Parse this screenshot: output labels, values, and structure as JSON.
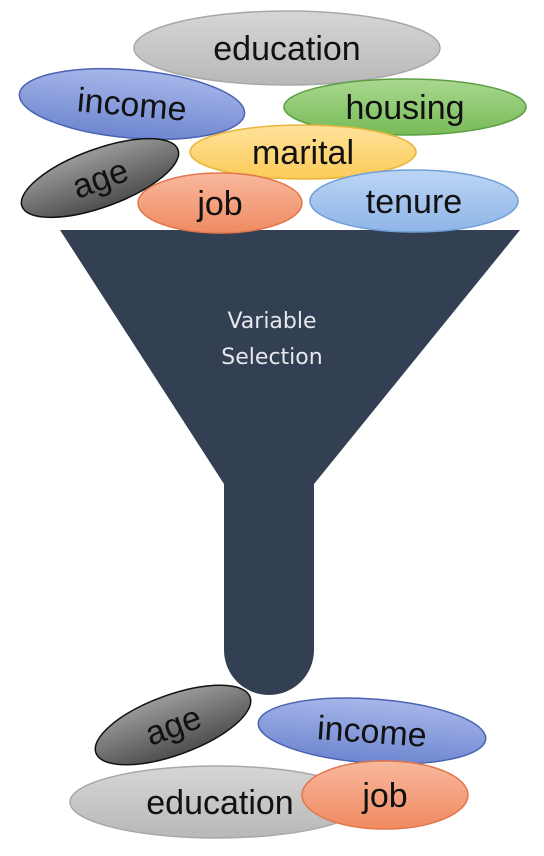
{
  "funnel": {
    "label_line1": "Variable",
    "label_line2": "Selection",
    "color": "#333f52"
  },
  "inputs": {
    "education": "education",
    "income": "income",
    "housing": "housing",
    "marital": "marital",
    "age": "age",
    "job": "job",
    "tenure": "tenure"
  },
  "outputs": {
    "age": "age",
    "income": "income",
    "education": "education",
    "job": "job"
  },
  "colors": {
    "education": "#c8c8c8",
    "income": "#8a9fdc",
    "housing": "#8ecb70",
    "marital": "#fdd77a",
    "age": "#707070",
    "job": "#f4a07e",
    "tenure": "#a3c4ee"
  }
}
